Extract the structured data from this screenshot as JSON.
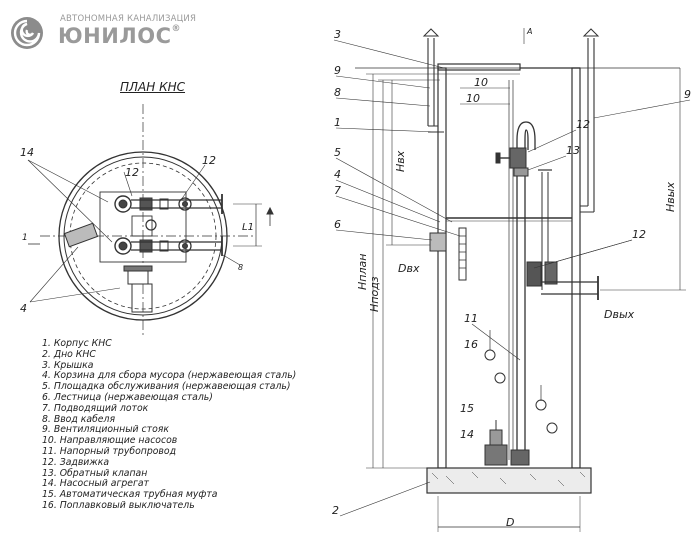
{
  "logo": {
    "tagline": "АВТОНОМНАЯ КАНАЛИЗАЦИЯ",
    "brand": "ЮНИЛОС",
    "reg": "®"
  },
  "plan_title": "ПЛАН КНС",
  "legend": [
    "1. Корпус КНС",
    "2. Дно КНС",
    "3. Крышка",
    "4. Корзина для сбора мусора (нержавеющая сталь)",
    "5. Площадка обслуживания (нержавеющая сталь)",
    "6. Лестница (нержавеющая сталь)",
    "7. Подводящий лоток",
    "8. Ввод кабеля",
    "9. Вентиляционный стояк",
    "10. Направляющие насосов",
    "11. Напорный трубопровод",
    "12. Задвижка",
    "13. Обратный клапан",
    "14. Насосный агрегат",
    "15. Автоматическая трубная муфта",
    "16. Поплавковый выключатель"
  ],
  "labels": {
    "plan_14": "14",
    "plan_12a": "12",
    "plan_12b": "12",
    "plan_4": "4",
    "plan_1": "1",
    "plan_l1": "L1",
    "plan_8": "8",
    "sec_3": "3",
    "sec_9a": "9",
    "sec_8": "8",
    "sec_1": "1",
    "sec_5": "5",
    "sec_4": "4",
    "sec_7": "7",
    "sec_6": "6",
    "sec_2": "2",
    "sec_10a": "10",
    "sec_10b": "10",
    "sec_12a": "12",
    "sec_13": "13",
    "sec_9b": "9",
    "sec_12b": "12",
    "sec_11": "11",
    "sec_16": "16",
    "sec_15": "15",
    "sec_14": "14",
    "sec_a": "A"
  },
  "dims": {
    "h_vx": "Hвх",
    "h_vyx": "Hвых",
    "h_plan": "Hплан",
    "h_podz": "Hподз",
    "d_vx": "Dвх",
    "d_vyx": "Dвых",
    "d": "D"
  }
}
